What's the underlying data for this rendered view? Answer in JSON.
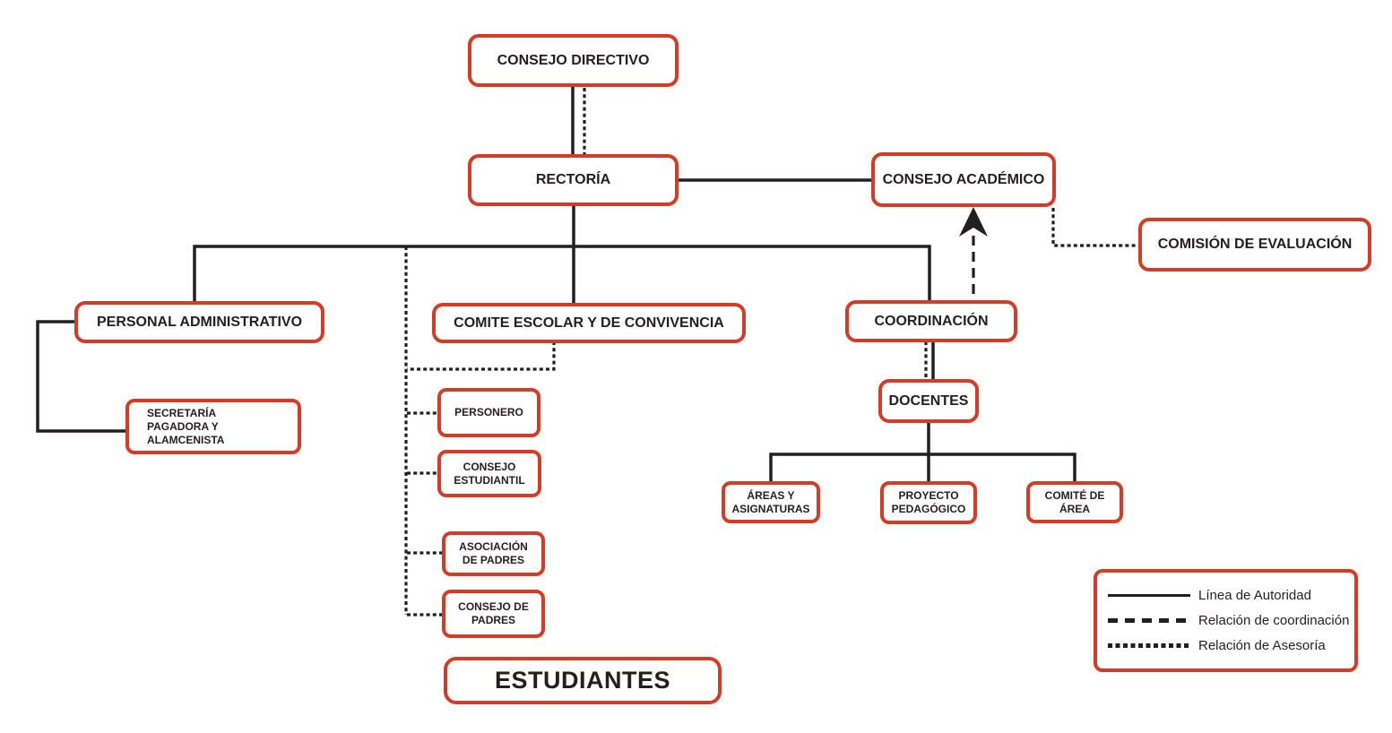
{
  "nodes": {
    "consejo_directivo": "CONSEJO DIRECTIVO",
    "rectoria": "RECTORÍA",
    "consejo_academico": "CONSEJO ACADÉMICO",
    "comision_evaluacion": "COMISIÓN DE EVALUACIÓN",
    "personal_administrativo": "PERSONAL ADMINISTRATIVO",
    "comite_escolar": "COMITE ESCOLAR Y DE CONVIVENCIA",
    "coordinacion": "COORDINACIÓN",
    "secretaria": "SECRETARÍA\nPAGADORA Y ALAMCENISTA",
    "personero": "PERSONERO",
    "consejo_estudiantil": "CONSEJO\nESTUDIANTIL",
    "asociacion_padres": "ASOCIACIÓN\nDE PADRES",
    "consejo_padres": "CONSEJO DE\nPADRES",
    "estudiantes": "ESTUDIANTES",
    "docentes": "DOCENTES",
    "areas_asignaturas": "ÁREAS Y\nASIGNATURAS",
    "proyecto_pedagogico": "PROYECTO\nPEDAGÓGICO",
    "comite_area": "COMITÉ DE\nÁREA"
  },
  "legend": {
    "items": [
      {
        "style": "solid",
        "label": "Línea de Autoridad"
      },
      {
        "style": "dashed",
        "label": "Relación de coordinación"
      },
      {
        "style": "dotted",
        "label": "Relación de Asesoría"
      }
    ]
  },
  "colors": {
    "box_border": "#d63b25",
    "line": "#231f20",
    "text": "#231f20",
    "background": "#ffffff"
  }
}
